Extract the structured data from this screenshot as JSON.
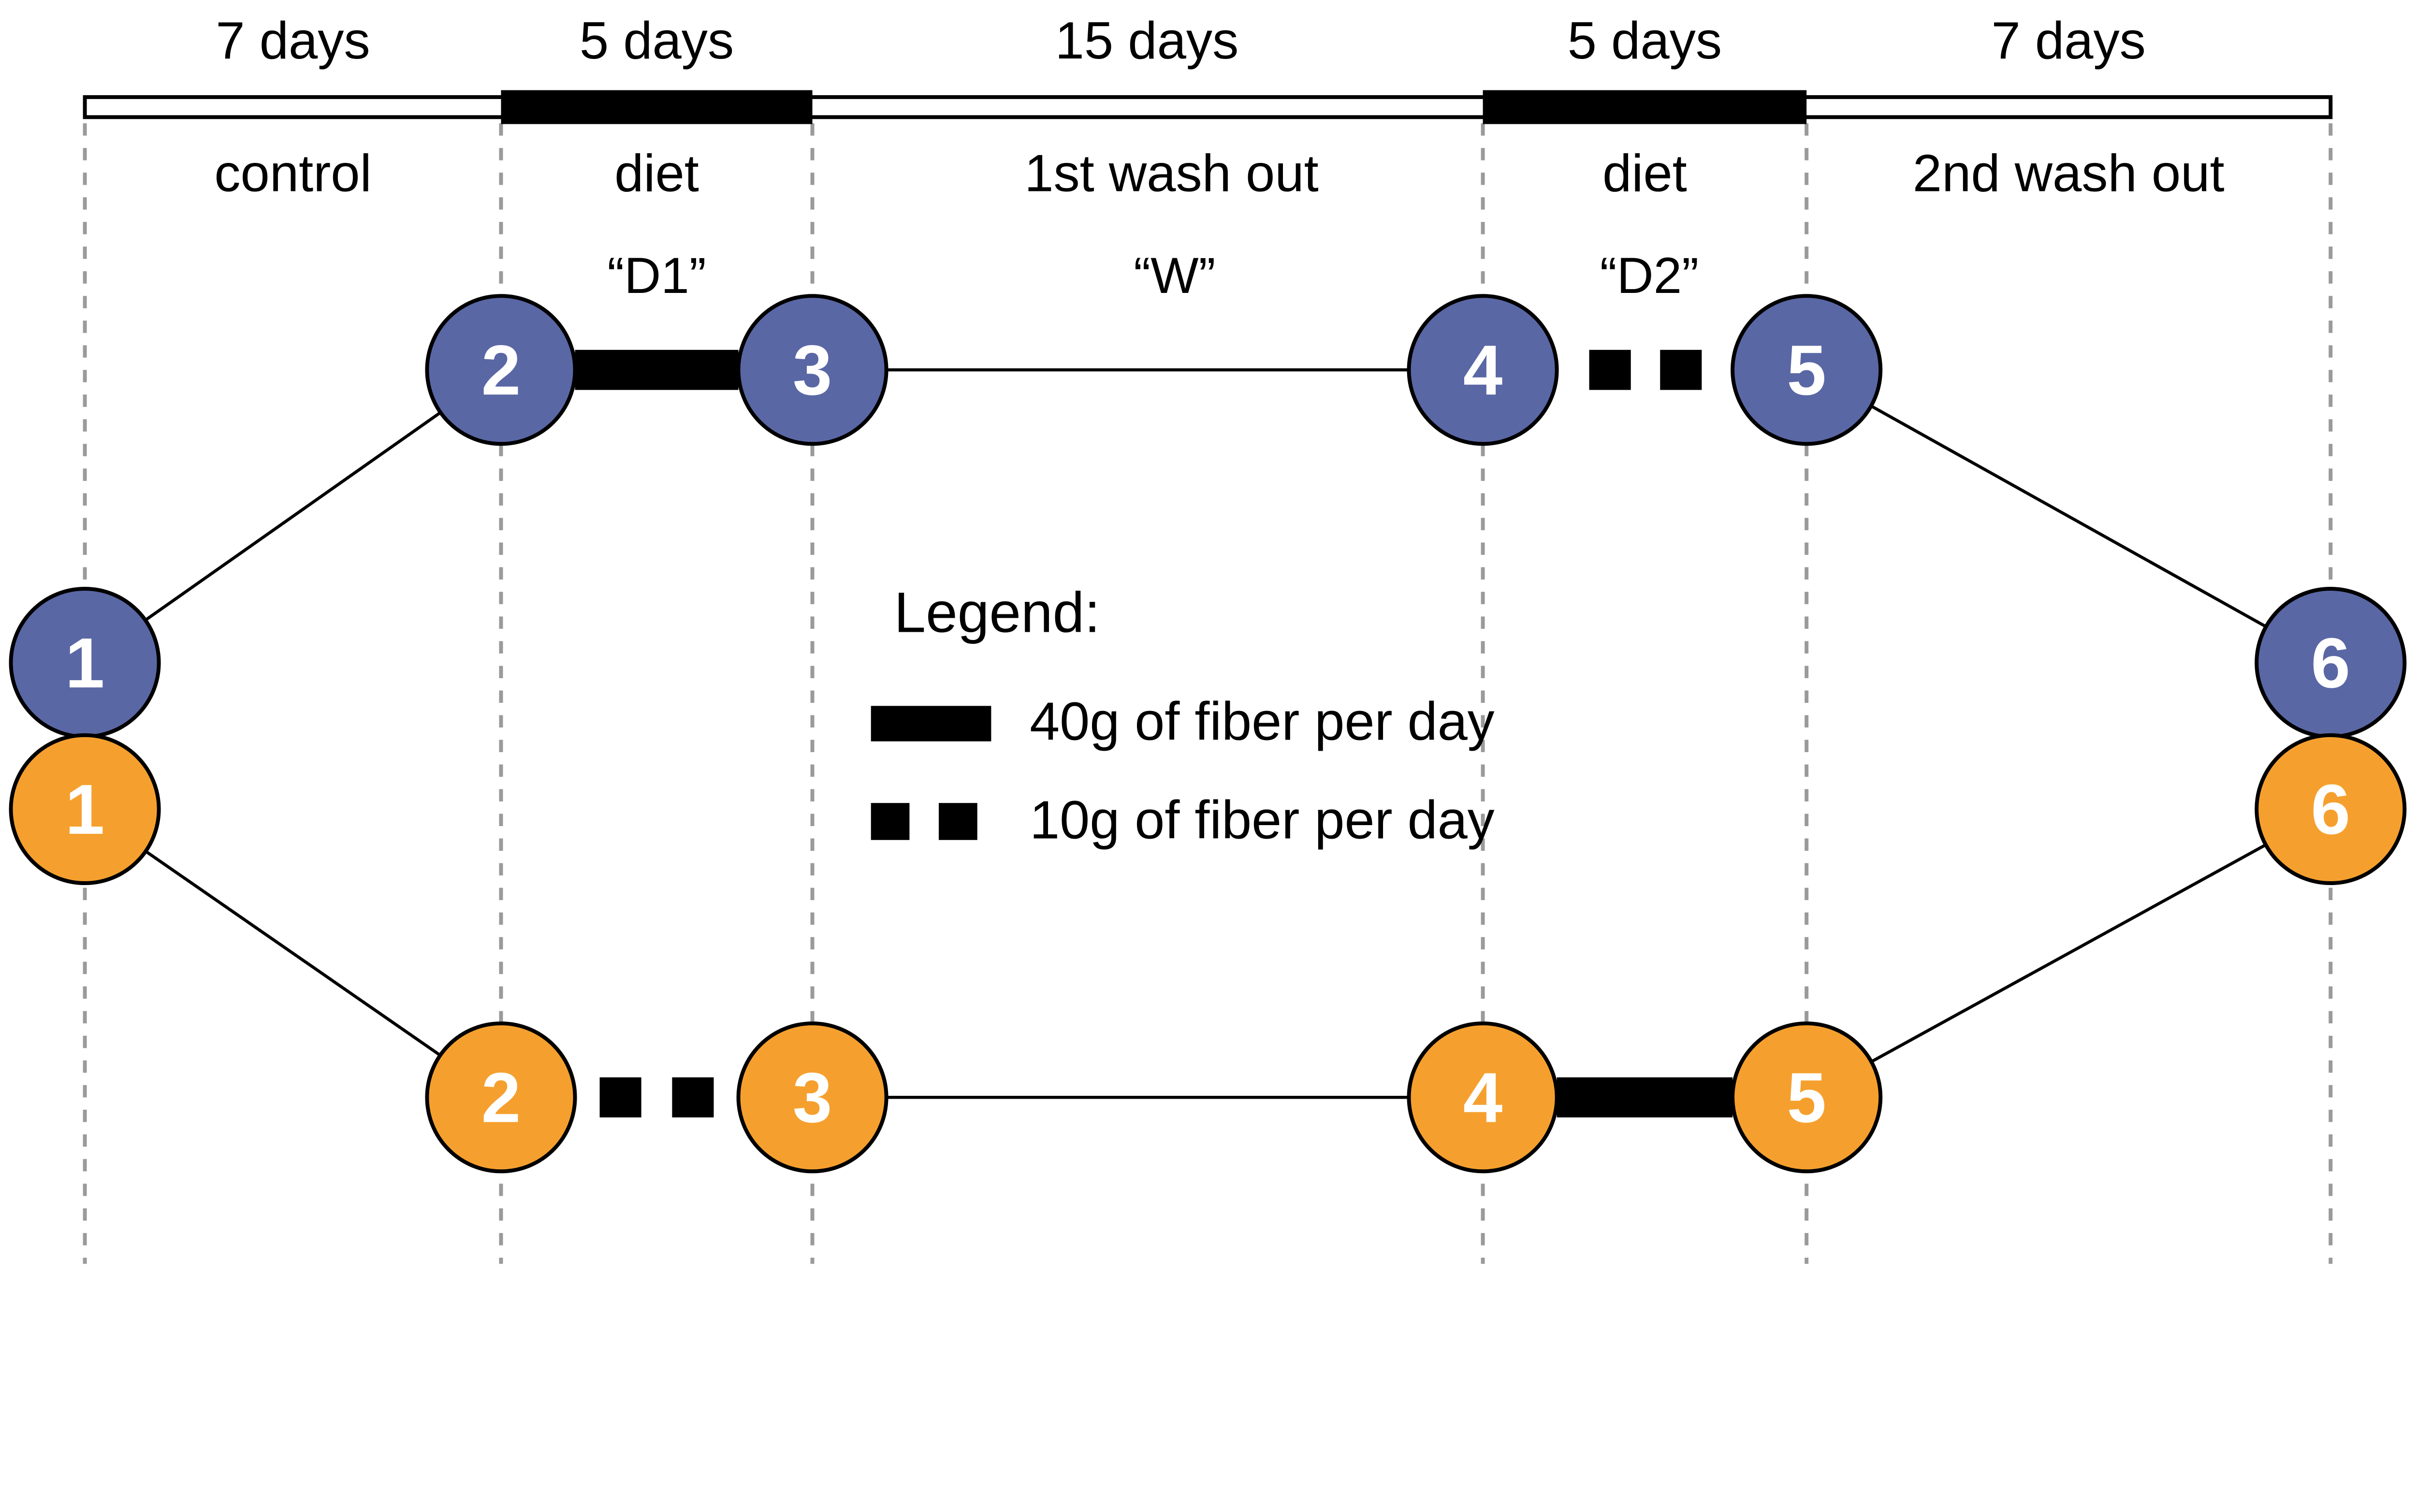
{
  "timeline": {
    "segments": [
      {
        "duration": "7 days",
        "phase": "control",
        "code": ""
      },
      {
        "duration": "5 days",
        "phase": "diet",
        "code": "“D1”"
      },
      {
        "duration": "15 days",
        "phase": "1st wash out",
        "code": "“W”"
      },
      {
        "duration": "5 days",
        "phase": "diet",
        "code": "“D2”"
      },
      {
        "duration": "7 days",
        "phase": "2nd wash out",
        "code": ""
      }
    ]
  },
  "arms": {
    "top": {
      "color": "#5A67A5",
      "nodes": [
        "1",
        "2",
        "3",
        "4",
        "5",
        "6"
      ]
    },
    "bottom": {
      "color": "#F5A02E",
      "nodes": [
        "1",
        "2",
        "3",
        "4",
        "5",
        "6"
      ]
    }
  },
  "legend": {
    "title": "Legend:",
    "items": [
      {
        "symbol": "thick-bar",
        "label": "40g of fiber per day"
      },
      {
        "symbol": "two-squares",
        "label": "10g of fiber per day"
      }
    ]
  },
  "colors": {
    "top_arm": "#5A67A5",
    "bottom_arm": "#F5A02E",
    "fiber_marker": "#000000",
    "boundary_line": "#9a9a9a"
  }
}
